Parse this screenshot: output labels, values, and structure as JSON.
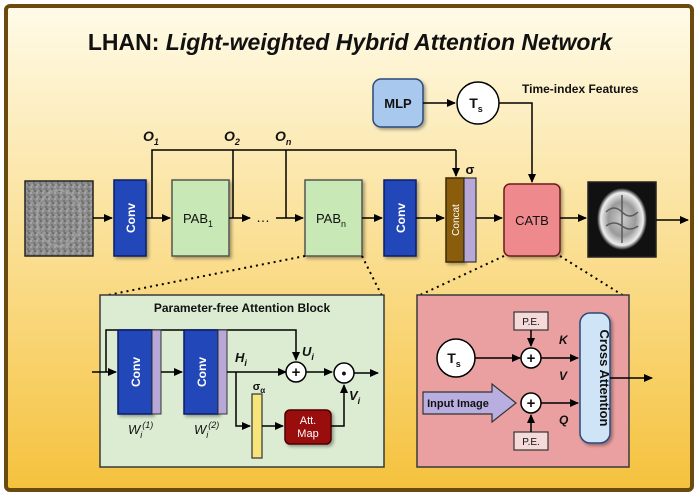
{
  "title": {
    "prefix": "LHAN: ",
    "name": "Light-weighted Hybrid Attention Network"
  },
  "main": {
    "conv_label": "Conv",
    "pab1_label": "PAB",
    "pab1_sub": "1",
    "pabn_label": "PAB",
    "pabn_sub": "n",
    "dots_label": "…",
    "concat_label": "Concat",
    "sigma_label": "σ",
    "catb_label": "CATB",
    "mlp_label": "MLP",
    "ts_label": "T",
    "ts_sub": "s",
    "time_features_label": "Time-index Features",
    "o1_label": "O",
    "o1_sub": "1",
    "o2_label": "O",
    "o2_sub": "2",
    "on_label": "O",
    "on_sub": "n"
  },
  "pab_panel": {
    "title": "Parameter-free Attention Block",
    "conv_label": "Conv",
    "h_label": "H",
    "h_sub": "i",
    "u_label": "U",
    "u_sub": "i",
    "v_label": "V",
    "v_sub": "i",
    "w1_label": "W",
    "w1_sub": "i",
    "w1_sup": "(1)",
    "w2_label": "W",
    "w2_sub": "i",
    "w2_sup": "(2)",
    "sigma_label": "σ",
    "sigma_sub": "α",
    "attmap_line1": "Att.",
    "attmap_line2": "Map",
    "plus_symbol": "+",
    "dot_symbol": "•"
  },
  "catb_panel": {
    "ts_label": "T",
    "ts_sub": "s",
    "pe_top": "P.E.",
    "pe_bottom": "P.E.",
    "k_label": "K",
    "v_label": "V",
    "q_label": "Q",
    "input_image_label": "Input Image",
    "cross_attention_label": "Cross Attention",
    "plus_symbol": "+"
  },
  "colors": {
    "bg_top": "#fffbe6",
    "bg_bottom": "#f6c443",
    "border": "#6b4a10",
    "conv_blue": "#2346b8",
    "conv_stripe": "#b7a8d8",
    "pab_green": "#c8e8b5",
    "catb_pink": "#ee8a8e",
    "concat_brown": "#8a5d10",
    "concat_stripe": "#b7a8d8",
    "mlp_blue": "#a8c8ee",
    "pab_panel_bg": "#dcecd2",
    "catb_panel_bg": "#eaa0a0",
    "attmap_red": "#9a1111",
    "sigma_yellow": "#f7e47a",
    "input_arrow": "#b8aee0",
    "cross_attn": "#cfe4f7"
  }
}
